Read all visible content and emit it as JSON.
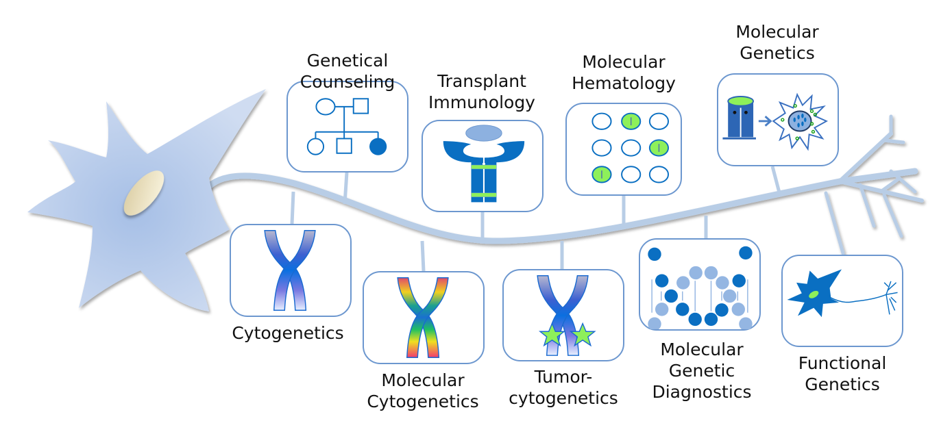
{
  "title": "Genetic diagnostics disciplines along a neuron",
  "colors": {
    "cell_body": "#b3c8ea",
    "axon": "#b8cde6",
    "box_border": "#6c97cf",
    "icon_blue": "#0a6fc2",
    "icon_light_blue": "#94b6e2",
    "highlight_green": "#8ef05a",
    "nucleus": "#e8dcb4"
  },
  "nodes": [
    {
      "id": "genetical-counseling",
      "label_lines": [
        "Genetical",
        "Counseling"
      ],
      "label_position": "above",
      "icon": "pedigree-icon"
    },
    {
      "id": "transplant-immunology",
      "label_lines": [
        "Transplant",
        "Immunology"
      ],
      "label_position": "above",
      "icon": "hla-receptor-icon"
    },
    {
      "id": "molecular-hematology",
      "label_lines": [
        "Molecular",
        "Hematology"
      ],
      "label_position": "above",
      "icon": "cell-grid-icon"
    },
    {
      "id": "molecular-genetics",
      "label_lines": [
        "Molecular",
        "Genetics"
      ],
      "label_position": "above",
      "icon": "pipette-cell-icon"
    },
    {
      "id": "cytogenetics",
      "label_lines": [
        "Cytogenetics"
      ],
      "label_position": "below",
      "icon": "chromosome-icon"
    },
    {
      "id": "molecular-cytogenetics",
      "label_lines": [
        "Molecular",
        "Cytogenetics"
      ],
      "label_position": "below",
      "icon": "rainbow-chromosome-icon"
    },
    {
      "id": "tumor-cytogenetics",
      "label_lines": [
        "Tumor-",
        "cytogenetics"
      ],
      "label_position": "below",
      "icon": "chromosome-stars-icon"
    },
    {
      "id": "molecular-genetic-diagnostics",
      "label_lines": [
        "Molecular",
        "Genetic",
        "Diagnostics"
      ],
      "label_position": "below",
      "icon": "dna-helix-icon"
    },
    {
      "id": "functional-genetics",
      "label_lines": [
        "Functional",
        "Genetics"
      ],
      "label_position": "below",
      "icon": "neuron-icon"
    }
  ]
}
